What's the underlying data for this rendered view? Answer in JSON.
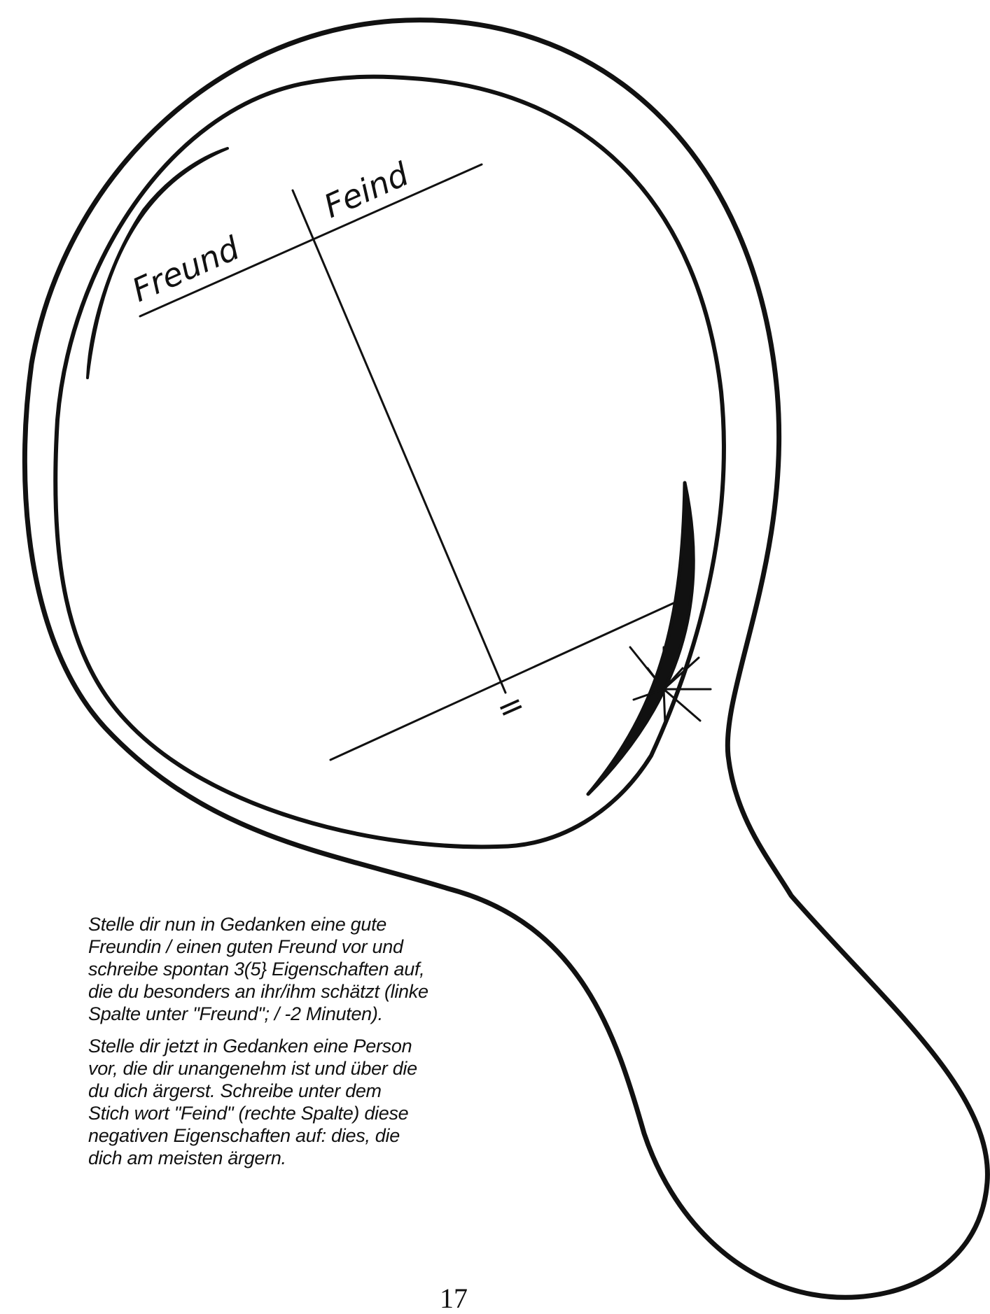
{
  "mirror": {
    "column_left_label": "Freund",
    "column_right_label": "Feind",
    "equals_mark": "="
  },
  "instructions": {
    "paragraph_1": "Stelle dir nun in Gedanken eine gute\nFreundin / einen guten Freund vor und\nschreibe spontan 3(5} Eigenschaften auf,\ndie du besonders an ihr/ihm schätzt (linke\nSpalte unter \"Freund\"; / -2 Minuten).",
    "paragraph_2": "Stelle dir jetzt in Gedanken eine Person\nvor, die dir unangenehm ist und über die\ndu dich ärgerst. Schreibe unter dem\nStich wort \"Feind\" (rechte Spalte) diese\nnegativen Eigenschaften auf: dies, die\ndich am meisten ärgern."
  },
  "page": {
    "number": "17"
  }
}
